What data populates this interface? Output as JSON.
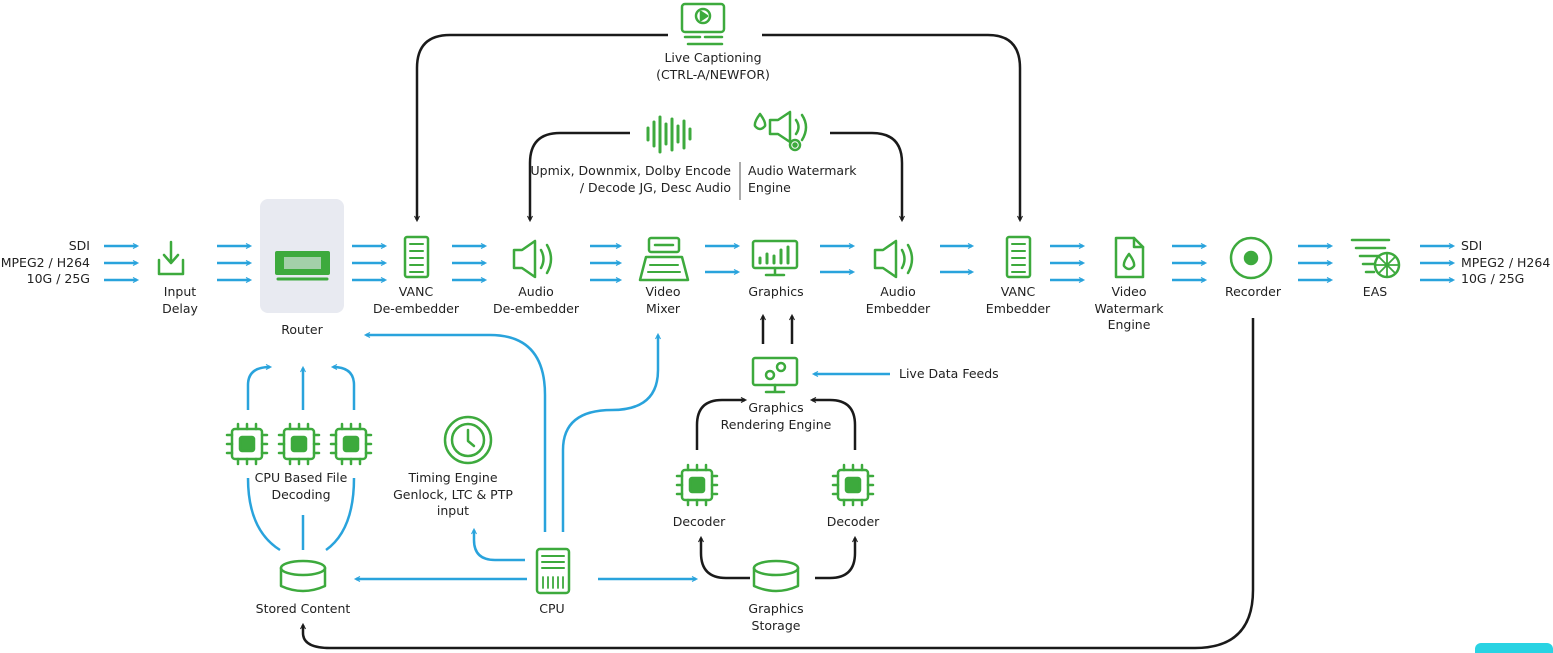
{
  "colors": {
    "accent_green": "#3daa3d",
    "flow_blue": "#29a3dc",
    "control_black": "#1a1a1a",
    "router_bg": "#e8eaf1"
  },
  "input": {
    "lines": [
      "SDI",
      "MPEG2 / H264",
      "10G / 25G"
    ]
  },
  "output": {
    "lines": [
      "SDI",
      "MPEG2 / H264",
      "10G / 25G"
    ]
  },
  "nodes": {
    "input_delay": {
      "icon": "download-icon",
      "lines": [
        "Input",
        "Delay"
      ]
    },
    "router": {
      "icon": "router-icon",
      "lines": [
        "Router"
      ]
    },
    "vanc_deembedder": {
      "icon": "vanc-icon",
      "lines": [
        "VANC",
        "De-embedder"
      ]
    },
    "audio_deembedder": {
      "icon": "speaker-icon",
      "lines": [
        "Audio",
        "De-embedder"
      ]
    },
    "video_mixer": {
      "icon": "mixer-icon",
      "lines": [
        "Video",
        "Mixer"
      ]
    },
    "graphics": {
      "icon": "chart-monitor-icon",
      "lines": [
        "Graphics"
      ]
    },
    "audio_embedder": {
      "icon": "speaker-icon",
      "lines": [
        "Audio",
        "Embedder"
      ]
    },
    "vanc_embedder": {
      "icon": "vanc-icon",
      "lines": [
        "VANC",
        "Embedder"
      ]
    },
    "video_watermark": {
      "icon": "document-drop-icon",
      "lines": [
        "Video",
        "Watermark",
        "Engine"
      ]
    },
    "recorder": {
      "icon": "record-icon",
      "lines": [
        "Recorder"
      ]
    },
    "eas": {
      "icon": "tornado-icon",
      "lines": [
        "EAS"
      ]
    },
    "live_captioning": {
      "icon": "caption-monitor-icon",
      "lines": [
        "Live Captioning",
        "(CTRL-A/NEWFOR)"
      ]
    },
    "audio_processing": {
      "icon": "waveform-icon",
      "lines": [
        "Upmix, Downmix, Dolby Encode",
        "/ Decode JG, Desc Audio"
      ]
    },
    "audio_watermark": {
      "icon": "speaker-gear-icon",
      "lines": [
        "Audio Watermark",
        "Engine"
      ]
    },
    "graphics_rendering": {
      "icon": "monitor-gear-icon",
      "lines": [
        "Graphics",
        "Rendering Engine"
      ]
    },
    "live_data_feeds": {
      "lines": [
        "Live Data Feeds"
      ]
    },
    "cpu_decoding": {
      "icon": "chip-icon",
      "lines": [
        "CPU Based File",
        "Decoding"
      ]
    },
    "timing_engine": {
      "icon": "clock-icon",
      "lines": [
        "Timing Engine",
        "Genlock, LTC & PTP",
        "input"
      ]
    },
    "decoder_left": {
      "icon": "chip-icon",
      "lines": [
        "Decoder"
      ]
    },
    "decoder_right": {
      "icon": "chip-icon",
      "lines": [
        "Decoder"
      ]
    },
    "stored_content": {
      "icon": "database-icon",
      "lines": [
        "Stored Content"
      ]
    },
    "cpu": {
      "icon": "server-icon",
      "lines": [
        "CPU"
      ]
    },
    "graphics_storage": {
      "icon": "database-icon",
      "lines": [
        "Graphics",
        "Storage"
      ]
    }
  }
}
